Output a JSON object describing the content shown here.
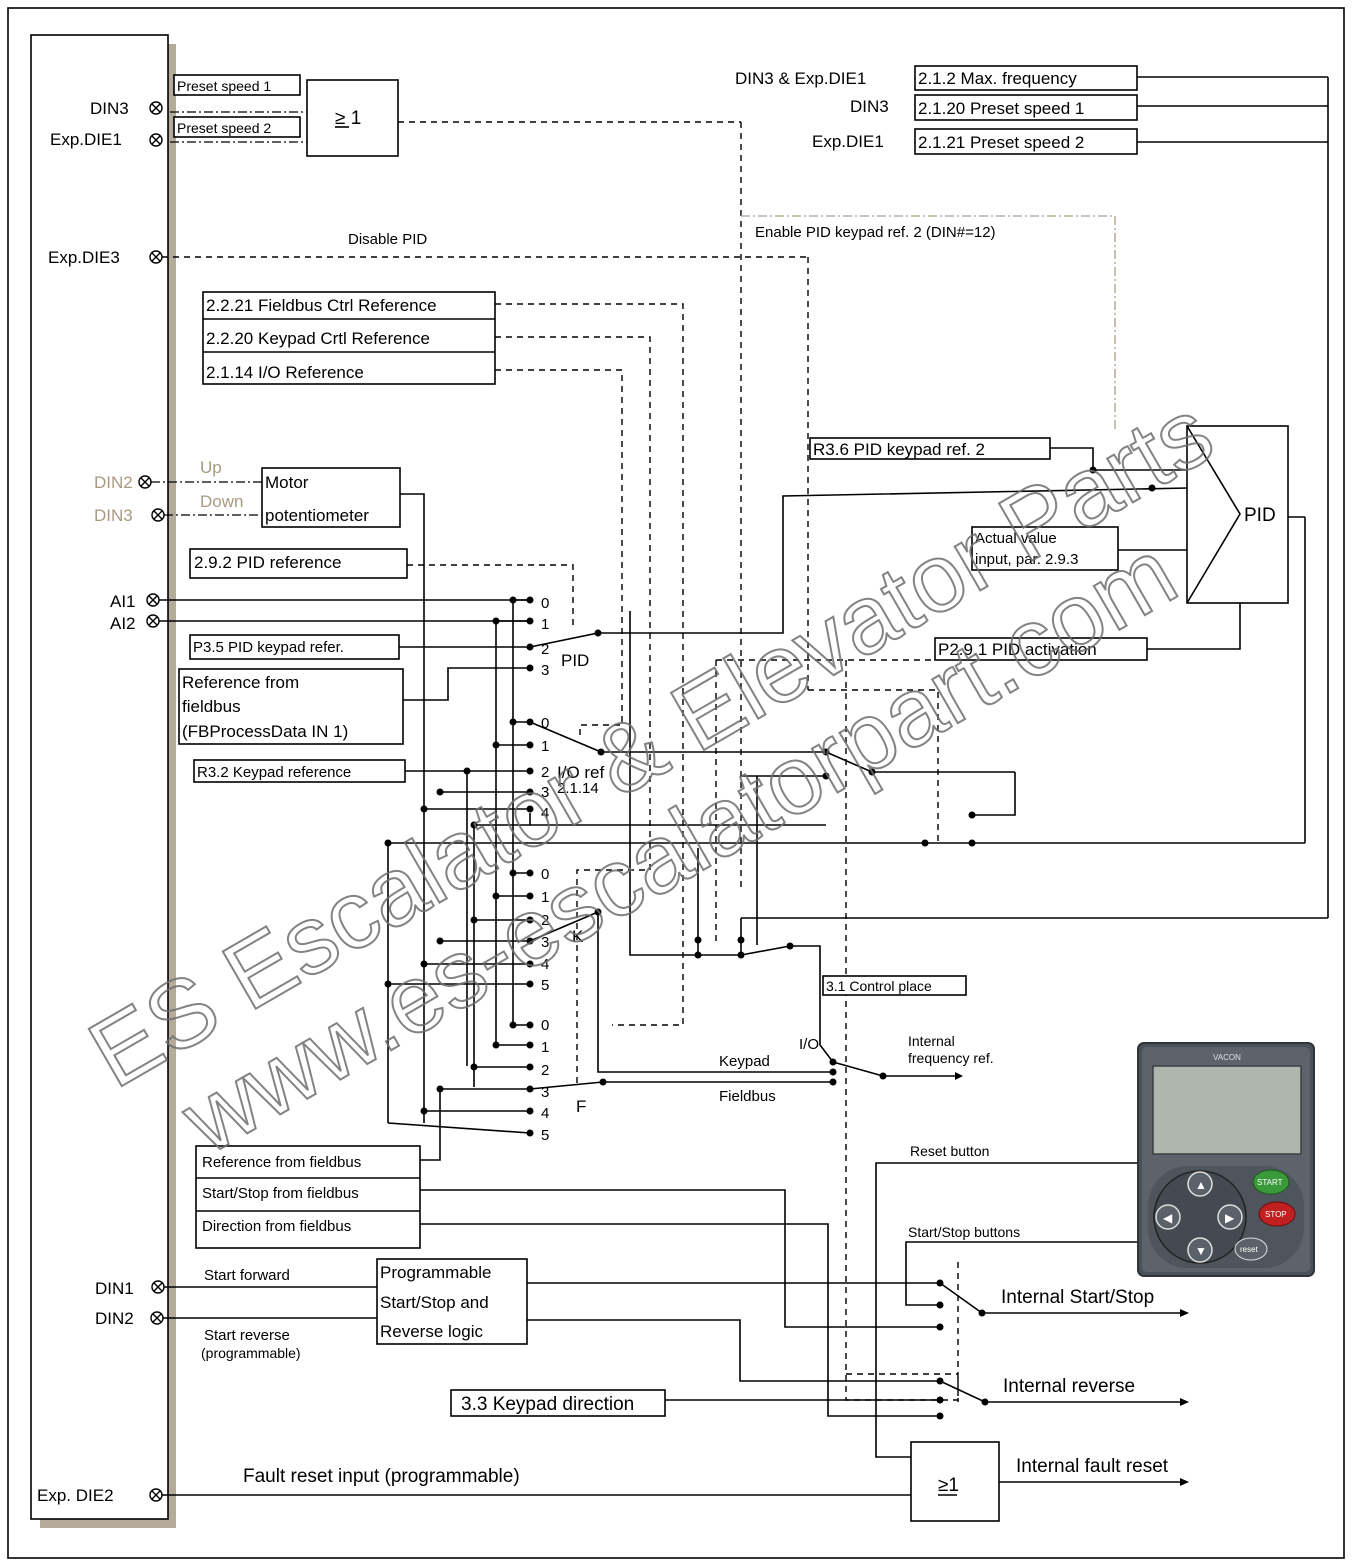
{
  "inputs": {
    "din3_top": "DIN3",
    "exp_die1": "Exp.DIE1",
    "exp_die3": "Exp.DIE3",
    "din2_mid": "DIN2",
    "din3_mid": "DIN3",
    "ai1": "AI1",
    "ai2": "AI2",
    "din1": "DIN1",
    "din2_low": "DIN2",
    "exp_die2": "Exp. DIE2"
  },
  "preset": {
    "speed1": "Preset speed 1",
    "speed2": "Preset speed 2",
    "or_gate": "≥ 1"
  },
  "params_top": {
    "din3_exp": "DIN3 & Exp.DIE1",
    "din3": "DIN3",
    "exp_die1": "Exp.DIE1",
    "max_freq": "2.1.2 Max. frequency",
    "preset1": "2.1.20 Preset speed 1",
    "preset2": "2.1.21 Preset speed 2"
  },
  "labels": {
    "disable_pid": "Disable PID",
    "enable_pid": "Enable PID keypad ref. 2 (DIN#=12)",
    "fieldbus_ctrl_ref": "2.2.21 Fieldbus Ctrl Reference",
    "keypad_ctrl_ref": "2.2.20 Keypad Crtl Reference",
    "io_ref": "2.1.14 I/O Reference",
    "up": "Up",
    "down": "Down",
    "motor": "Motor",
    "potentiometer": "potentiometer",
    "pid_reference": "2.9.2 PID reference",
    "pid_keypad_refer": "P3.5 PID keypad refer.",
    "ref_fieldbus_1": "Reference from",
    "ref_fieldbus_2": "fieldbus",
    "ref_fieldbus_3": "(FBProcessData IN 1)",
    "keypad_reference": "R3.2 Keypad reference",
    "pid_keypad_ref2": "R3.6 PID keypad ref. 2",
    "actual_value_1": "Actual value",
    "actual_value_2": "input, par. 2.9.3",
    "pid": "PID",
    "pid_activation": "P2.9.1 PID activation",
    "pid_sel": "PID",
    "io_ref_sel": "I/O ref",
    "io_ref_par": "2.1.14",
    "k": "K",
    "f": "F",
    "control_place": "3.1 Control place",
    "io": "I/O",
    "keypad": "Keypad",
    "fieldbus": "Fieldbus",
    "internal_freq_1": "Internal",
    "internal_freq_2": "frequency ref.",
    "ref_from_fieldbus": "Reference from fieldbus",
    "startstop_fieldbus": "Start/Stop from fieldbus",
    "direction_fieldbus": "Direction from fieldbus",
    "reset_button": "Reset button",
    "startstop_buttons": "Start/Stop buttons",
    "start_forward": "Start forward",
    "start_reverse": "Start reverse",
    "programmable": "(programmable)",
    "prog_1": "Programmable",
    "prog_2": "Start/Stop and",
    "prog_3": "Reverse logic",
    "internal_startstop": "Internal Start/Stop",
    "internal_reverse": "Internal reverse",
    "keypad_direction": "3.3 Keypad direction",
    "fault_reset_input": "Fault reset input (programmable)",
    "or_gate2": "≥1",
    "internal_fault_reset": "Internal fault reset"
  },
  "selector_numbers": {
    "pid": [
      "0",
      "1",
      "2",
      "3"
    ],
    "io": [
      "0",
      "1",
      "2",
      "3",
      "4"
    ],
    "k": [
      "0",
      "1",
      "2",
      "3",
      "4",
      "5"
    ],
    "f": [
      "0",
      "1",
      "2",
      "3",
      "4",
      "5"
    ]
  },
  "keypad_device": {
    "brand": "VACON",
    "start": "START",
    "stop": "STOP",
    "reset": "reset"
  },
  "watermark": {
    "line1": "ES Escalator & Elevator Parts",
    "line2": "www.es-escalatorpart.com"
  }
}
